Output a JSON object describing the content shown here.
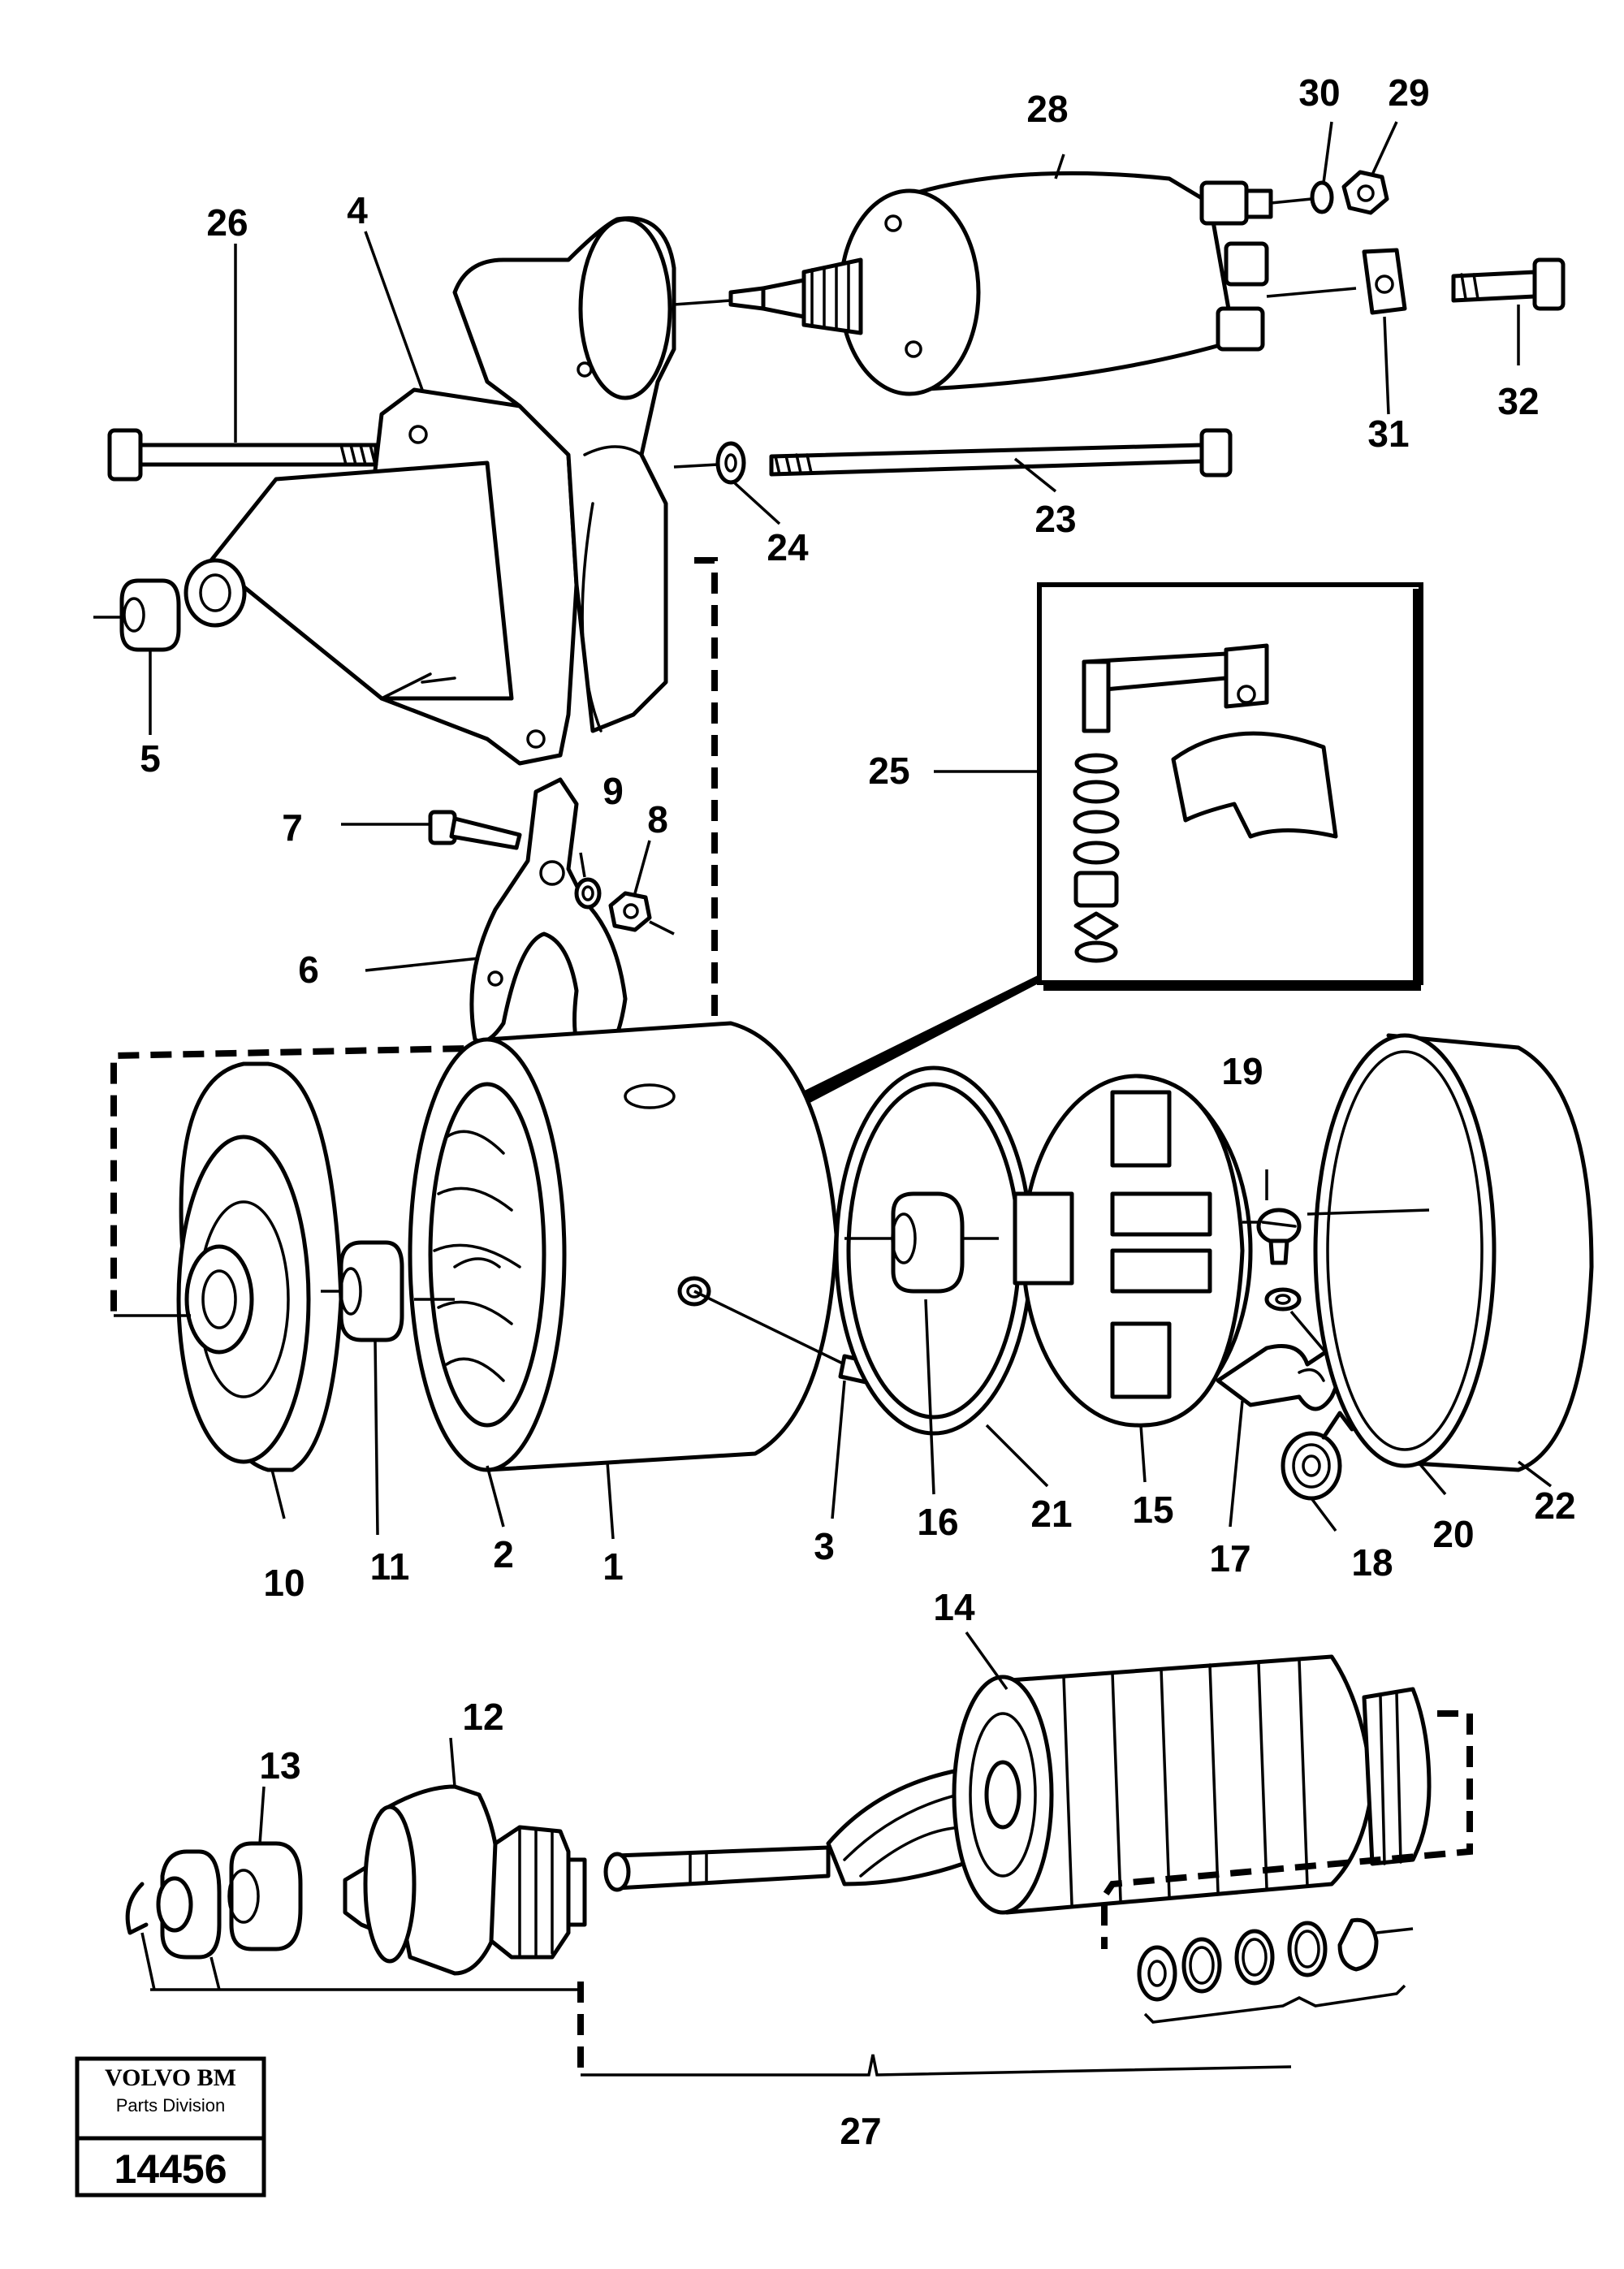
{
  "part_numbers": {
    "p1": "1",
    "p2": "2",
    "p3": "3",
    "p4": "4",
    "p5": "5",
    "p6": "6",
    "p7": "7",
    "p8": "8",
    "p9": "9",
    "p10": "10",
    "p11": "11",
    "p12": "12",
    "p13": "13",
    "p14": "14",
    "p15": "15",
    "p16": "16",
    "p17": "17",
    "p18": "18",
    "p19": "19",
    "p20": "20",
    "p21": "21",
    "p22": "22",
    "p23": "23",
    "p24": "24",
    "p25": "25",
    "p26": "26",
    "p27": "27",
    "p28": "28",
    "p29": "29",
    "p30": "30",
    "p31": "31",
    "p32": "32"
  },
  "logo": {
    "brand": "VOLVO BM",
    "division": "Parts Division",
    "code": "14456"
  }
}
